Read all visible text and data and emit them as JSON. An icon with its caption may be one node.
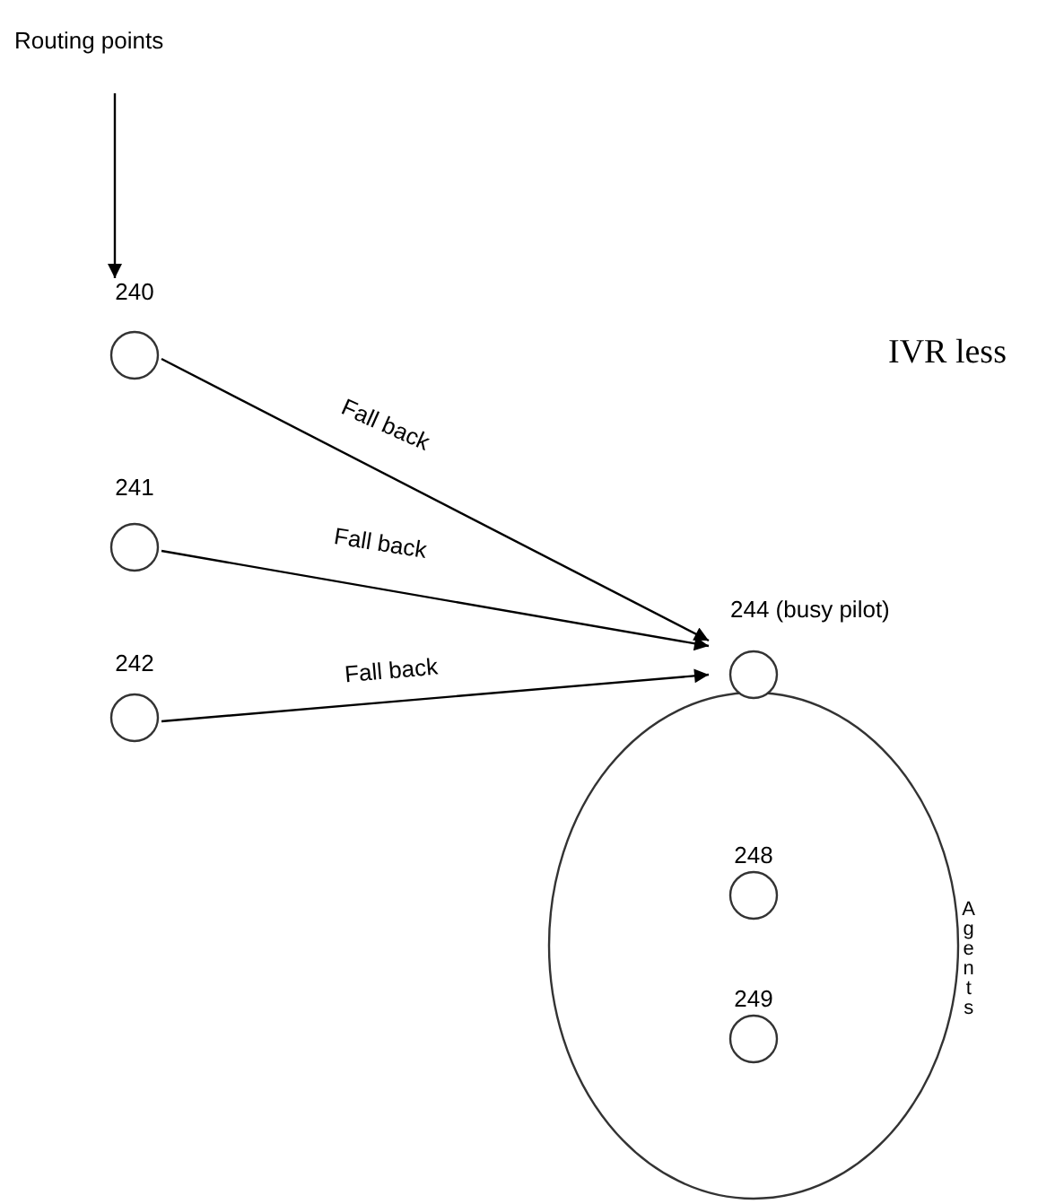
{
  "diagram": {
    "nodes": [
      {
        "text": [
          "Routing points"
        ]
      },
      {
        "text": [
          "240"
        ]
      },
      {
        "text": [
          "241"
        ]
      },
      {
        "text": [
          "242"
        ]
      },
      {
        "text": [],
        "shape": "ellipse",
        "beside": [
          "Agents"
        ]
      },
      {
        "text": [
          "244 (busy pilot)"
        ]
      },
      {
        "text": [
          "248"
        ],
        "in": 4
      },
      {
        "text": [
          "249"
        ],
        "in": 4
      }
    ],
    "edges": [
      {
        "from": 0,
        "to": 1,
        "arrow": "to"
      },
      {
        "from": 1,
        "to": 5,
        "arrow": "to",
        "label": "Fall back"
      },
      {
        "from": 2,
        "to": 5,
        "arrow": "to",
        "label": "Fall back"
      },
      {
        "from": 3,
        "to": 5,
        "arrow": "to",
        "label": "Fall back"
      }
    ],
    "labels": [
      "IVR less"
    ]
  }
}
